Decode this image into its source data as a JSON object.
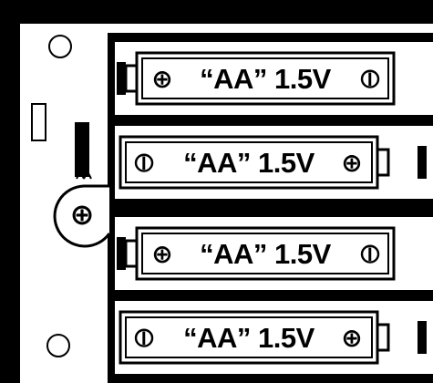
{
  "diagram": {
    "colors": {
      "ink": "#000000",
      "paper": "#ffffff"
    },
    "batteries": [
      {
        "label": "“AA” 1.5V",
        "orientation": "positive-left",
        "positive_symbol": "⊕",
        "negative_symbol": "⦶"
      },
      {
        "label": "“AA” 1.5V",
        "orientation": "positive-right",
        "positive_symbol": "⊕",
        "negative_symbol": "⦶"
      },
      {
        "label": "“AA” 1.5V",
        "orientation": "positive-left",
        "positive_symbol": "⊕",
        "negative_symbol": "⦶"
      },
      {
        "label": "“AA” 1.5V",
        "orientation": "positive-right",
        "positive_symbol": "⊕",
        "negative_symbol": "⦶"
      }
    ],
    "output_terminal": {
      "symbol": "⊕",
      "meaning": "positive"
    },
    "mounting_holes": 2
  }
}
